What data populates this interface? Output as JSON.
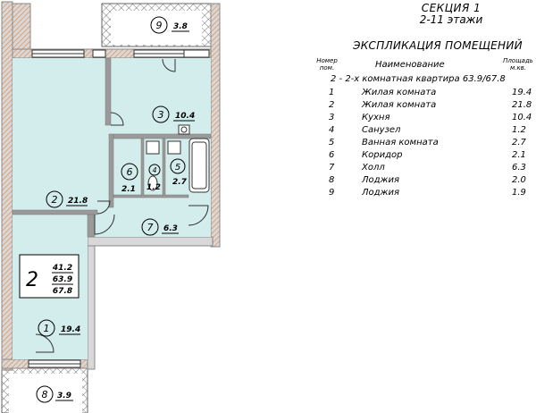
{
  "header": {
    "section": "СЕКЦИЯ 1",
    "floors": "2-11 этажи",
    "explication_title": "ЭКСПЛИКАЦИЯ ПОМЕЩЕНИЙ"
  },
  "table": {
    "col_number": "Номер пом.",
    "col_name": "Наименование",
    "col_area": "Площадь м.кв.",
    "apartment_line": "2 - 2-х комнатная квартира 63.9/67.8",
    "rows": [
      {
        "n": "1",
        "name": "Жилая комната",
        "area": "19.4"
      },
      {
        "n": "2",
        "name": "Жилая комната",
        "area": "21.8"
      },
      {
        "n": "3",
        "name": "Кухня",
        "area": "10.4"
      },
      {
        "n": "4",
        "name": "Санузел",
        "area": "1.2"
      },
      {
        "n": "5",
        "name": "Ванная комната",
        "area": "2.7"
      },
      {
        "n": "6",
        "name": "Коридор",
        "area": "2.1"
      },
      {
        "n": "7",
        "name": "Холл",
        "area": "6.3"
      },
      {
        "n": "8",
        "name": "Лоджия",
        "area": "2.0"
      },
      {
        "n": "9",
        "name": "Лоджия",
        "area": "1.9"
      }
    ]
  },
  "plan": {
    "apartment_number": "2",
    "area_living": "41.2",
    "area_total": "63.9",
    "area_with_loggias": "67.8",
    "rooms": [
      {
        "n": "1",
        "area": "19.4"
      },
      {
        "n": "2",
        "area": "21.8"
      },
      {
        "n": "3",
        "area": "10.4"
      },
      {
        "n": "4",
        "area": "1.2"
      },
      {
        "n": "5",
        "area": "2.7"
      },
      {
        "n": "6",
        "area": "2.1"
      },
      {
        "n": "7",
        "area": "6.3"
      },
      {
        "n": "8",
        "area": "3.9"
      },
      {
        "n": "9",
        "area": "3.8"
      }
    ]
  },
  "colors": {
    "room_fill": "#d3ecec",
    "wall": "#8a8a8a",
    "wall_hatch": "#e38a4a",
    "loggia_hatch": "#555555"
  }
}
